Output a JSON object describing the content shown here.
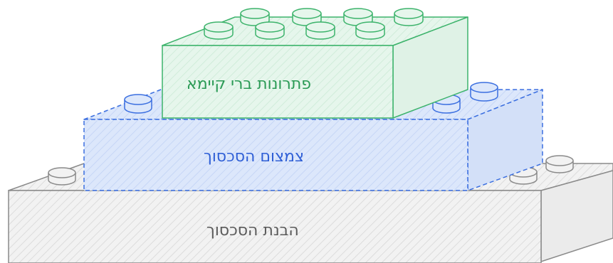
{
  "bricks": [
    {
      "id": "bottom",
      "label": "הבנת הסכסוך",
      "stroke": "#8a8a8a",
      "fill": "#f2f2f2",
      "fill_side": "#ebebeb",
      "hatch": "#dcdcdc",
      "text_color": "#5a5a5a",
      "dashed": false
    },
    {
      "id": "middle",
      "label": "צמצום הסכסוך",
      "stroke": "#3b6fe0",
      "fill": "#dce7fb",
      "fill_side": "#d3e0f8",
      "hatch": "#c6d6f6",
      "text_color": "#2f5fd6",
      "dashed": true
    },
    {
      "id": "top",
      "label": "פתרונות ברי קיימא",
      "stroke": "#3cb36b",
      "fill": "#e6f6ec",
      "fill_side": "#dff2e6",
      "hatch": "#d0ecda",
      "text_color": "#2a9a55",
      "dashed": false
    }
  ]
}
